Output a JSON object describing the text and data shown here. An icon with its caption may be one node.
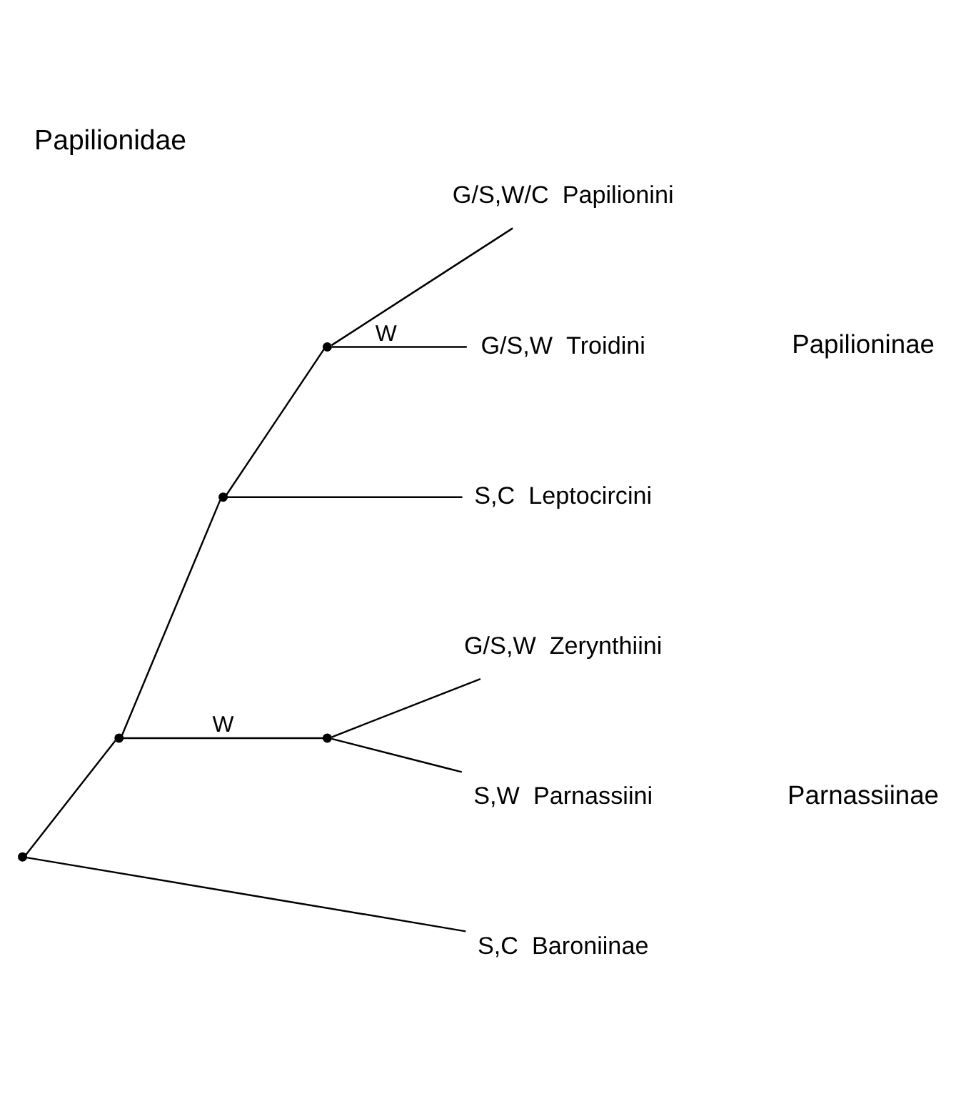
{
  "diagram": {
    "title": "Papilionidae",
    "nodes": [
      {
        "text": [],
        "shape": "point"
      },
      {
        "text": [],
        "shape": "point"
      },
      {
        "text": [],
        "shape": "point"
      },
      {
        "text": [],
        "shape": "point"
      },
      {
        "text": [
          "G/S,W/C",
          "Papilionini"
        ]
      },
      {
        "text": [
          "G/S,W",
          "Troidini"
        ]
      },
      {
        "text": [
          "S,C",
          "Leptocircini"
        ]
      },
      {
        "text": [],
        "shape": "point"
      },
      {
        "text": [
          "G/S,W",
          "Zerynthiini"
        ]
      },
      {
        "text": [
          "S,W",
          "Parnassiini"
        ]
      },
      {
        "text": [
          "S,C",
          "Baroniinae"
        ]
      }
    ],
    "edges": [
      {
        "from": 0,
        "to": 1,
        "arrow": "none"
      },
      {
        "from": 0,
        "to": 10,
        "arrow": "none"
      },
      {
        "from": 1,
        "to": 2,
        "arrow": "none"
      },
      {
        "from": 1,
        "to": 7,
        "arrow": "none",
        "label": "W"
      },
      {
        "from": 2,
        "to": 3,
        "arrow": "none"
      },
      {
        "from": 2,
        "to": 6,
        "arrow": "none"
      },
      {
        "from": 3,
        "to": 4,
        "arrow": "none"
      },
      {
        "from": 3,
        "to": 5,
        "arrow": "none",
        "label": "W"
      },
      {
        "from": 7,
        "to": 8,
        "arrow": "none"
      },
      {
        "from": 7,
        "to": 9,
        "arrow": "none"
      }
    ],
    "labels": [
      "Papilioninae",
      "Parnassiinae"
    ]
  }
}
